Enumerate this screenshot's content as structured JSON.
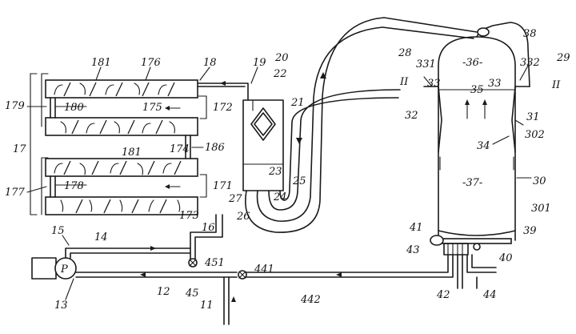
{
  "labels": {
    "l181a": "181",
    "l176": "176",
    "l18": "18",
    "l19": "19",
    "l20": "20",
    "l22": "22",
    "l21": "21",
    "l179": "179",
    "l180": "180",
    "l175": "175",
    "l172": "172",
    "l17": "17",
    "l181b": "181",
    "l174": "174",
    "l186": "186",
    "l177": "177",
    "l178": "178",
    "l171": "171",
    "l173": "173",
    "l16": "16",
    "l23": "23",
    "l25": "25",
    "l27": "27",
    "l24": "24",
    "l26": "26",
    "l15": "15",
    "l14": "14",
    "l451": "451",
    "l441": "441",
    "lP": "P",
    "l13": "13",
    "l12": "12",
    "l45": "45",
    "l11": "11",
    "l442": "442",
    "l28": "28",
    "l331": "331",
    "l36": "-36-",
    "l38": "38",
    "l332": "332",
    "l29": "29",
    "lII_left": "II",
    "lII_right": "II",
    "l33a": "33",
    "l35": "35",
    "l33b": "33",
    "l32": "32",
    "l34": "34",
    "l31": "31",
    "l302": "302",
    "l37": "-37-",
    "l30": "30",
    "l301": "301",
    "l41": "41",
    "l39": "39",
    "l43": "43",
    "l40": "40",
    "l42": "42",
    "l44": "44"
  }
}
